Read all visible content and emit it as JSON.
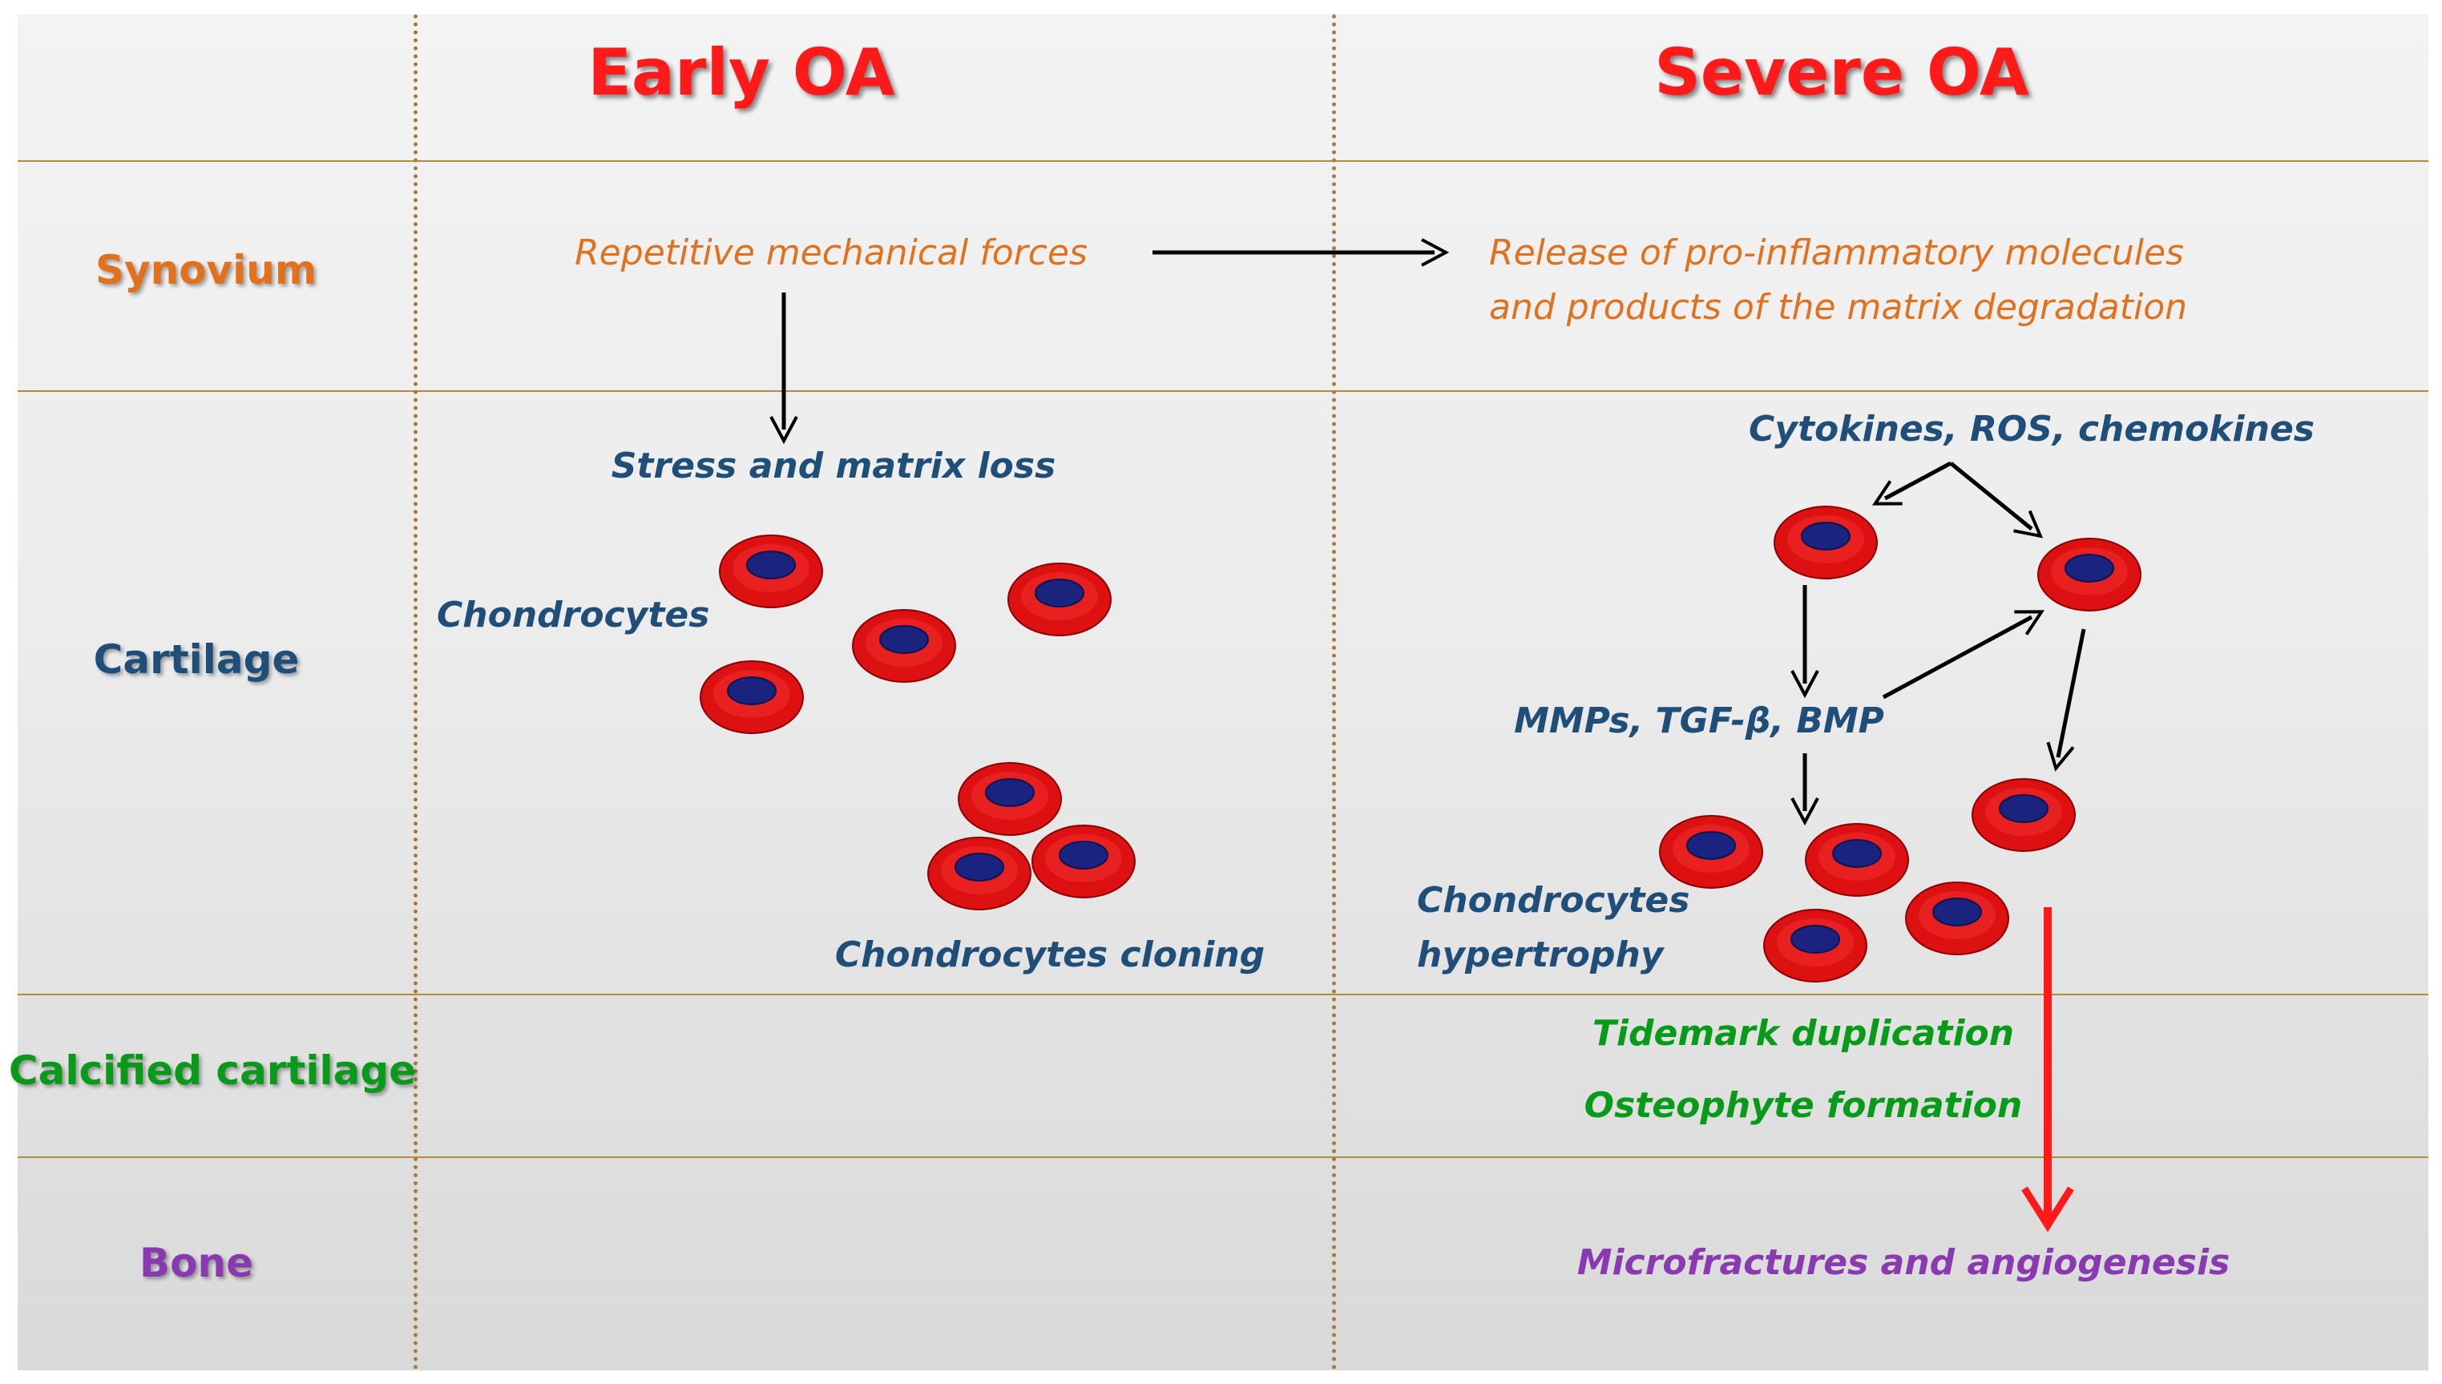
{
  "headers": {
    "early": "Early OA",
    "severe": "Severe OA"
  },
  "rows": {
    "synovium": "Synovium",
    "cartilage": "Cartilage",
    "calcified": "Calcified cartilage",
    "bone": "Bone"
  },
  "labels": {
    "repetitive_forces": "Repetitive mechanical forces",
    "release_line1": "Release of pro-inflammatory molecules",
    "release_line2": "and products of the matrix degradation",
    "stress_matrix_loss": "Stress and matrix loss",
    "chondrocytes": "Chondrocytes",
    "chondrocytes_cloning": "Chondrocytes cloning",
    "cytokines": "Cytokines, ROS, chemokines",
    "mmps": "MMPs, TGF-β, BMP",
    "hypertrophy_line1": "Chondrocytes",
    "hypertrophy_line2": "hypertrophy",
    "tidemark": "Tidemark duplication",
    "osteophyte": "Osteophyte formation",
    "microfractures": "Microfractures and angiogenesis"
  },
  "colors": {
    "header_red": "#ff1a1a",
    "synovium_orange": "#e2711d",
    "cartilage_blue": "#1f4e79",
    "calcified_green": "#0a9a1a",
    "bone_purple": "#8a3ab0",
    "cell_red": "#dd1111",
    "nucleus_navy": "#1a237e",
    "arrow_red": "#ff1a1a"
  },
  "icons": {
    "cell": "chondrocyte-cell-icon"
  }
}
